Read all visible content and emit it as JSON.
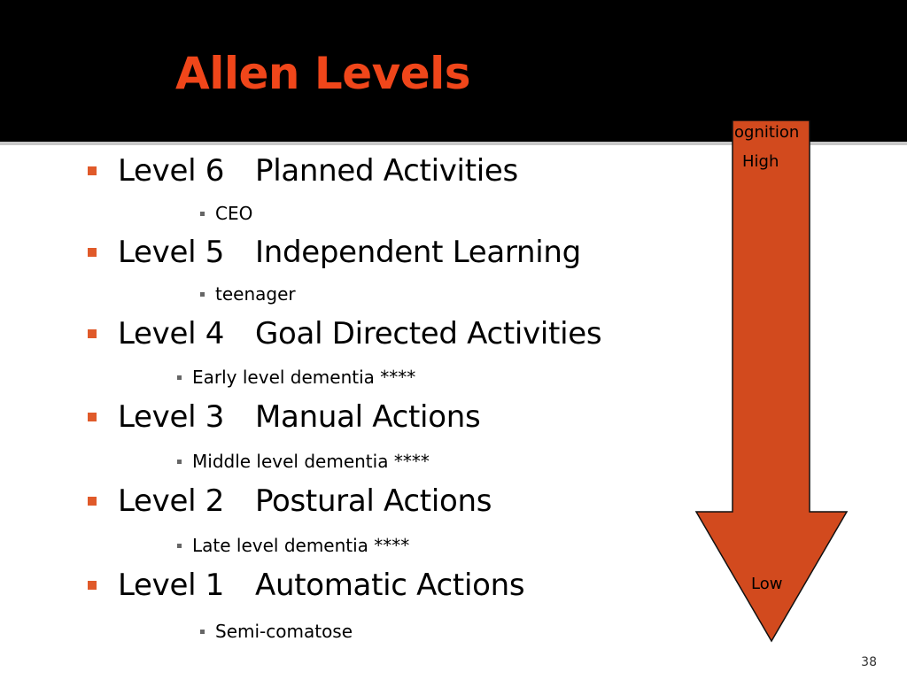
{
  "slide": {
    "title": "Allen Levels",
    "levels": [
      {
        "name": "Level 6",
        "description": "Planned Activities",
        "example": "CEO"
      },
      {
        "name": "Level 5",
        "description": "Independent Learning",
        "example": "teenager"
      },
      {
        "name": "Level 4",
        "description": "Goal Directed Activities",
        "example": "Early level dementia   ****"
      },
      {
        "name": "Level 3",
        "description": "Manual Actions",
        "example": "Middle level dementia   ****"
      },
      {
        "name": "Level 2",
        "description": "Postural Actions",
        "example": "Late level dementia   ****"
      },
      {
        "name": "Level 1",
        "description": "Automatic Actions",
        "example": "Semi-comatose"
      }
    ],
    "arrow": {
      "label_top": "ognition",
      "label_high": "High",
      "label_low": "Low"
    },
    "page_number": "38",
    "colors": {
      "title": "#f0461a",
      "bullet": "#e05a2a",
      "arrow_fill": "#d24a1e",
      "background_header": "#000000",
      "background_body": "#ffffff"
    }
  }
}
